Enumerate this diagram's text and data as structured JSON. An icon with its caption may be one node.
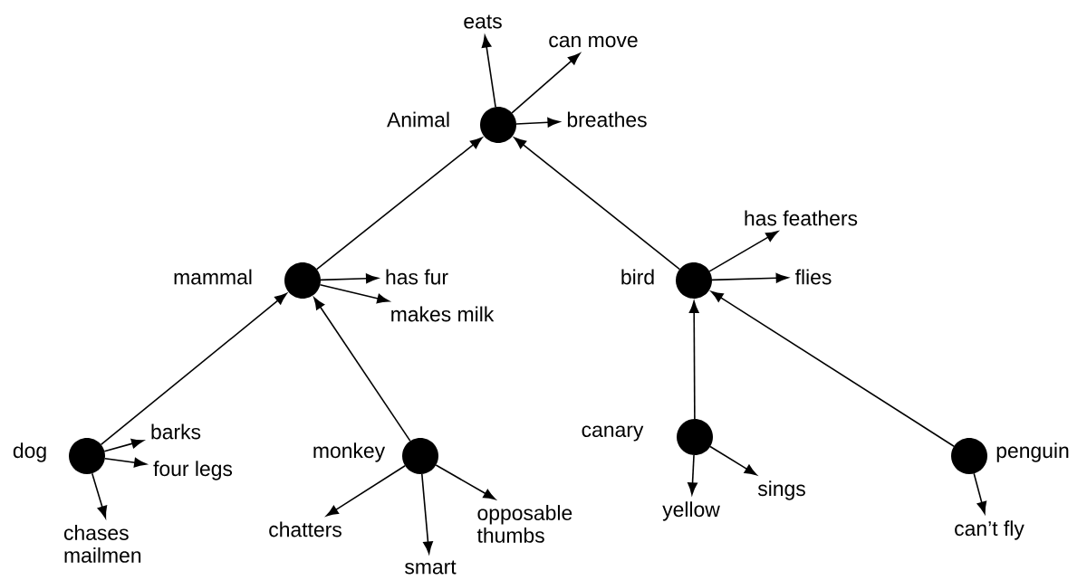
{
  "diagram": {
    "nodes": [
      {
        "text": [],
        "shape": "circle",
        "beside": [
          "Animal"
        ]
      },
      {
        "text": [
          "eats"
        ]
      },
      {
        "text": [
          "can move"
        ]
      },
      {
        "text": [
          "breathes"
        ]
      },
      {
        "text": [],
        "shape": "circle",
        "beside": [
          "mammal"
        ]
      },
      {
        "text": [
          "has fur"
        ]
      },
      {
        "text": [
          "makes milk"
        ]
      },
      {
        "text": [],
        "shape": "circle",
        "beside": [
          "bird"
        ]
      },
      {
        "text": [
          "has feathers"
        ]
      },
      {
        "text": [
          "flies"
        ]
      },
      {
        "text": [],
        "shape": "circle",
        "beside": [
          "dog"
        ]
      },
      {
        "text": [
          "barks"
        ]
      },
      {
        "text": [
          "four legs"
        ]
      },
      {
        "text": [
          "chases mailmen"
        ]
      },
      {
        "text": [],
        "shape": "circle",
        "beside": [
          "monkey"
        ]
      },
      {
        "text": [
          "chatters"
        ]
      },
      {
        "text": [
          "smart"
        ]
      },
      {
        "text": [
          "opposable thumbs"
        ]
      },
      {
        "text": [],
        "shape": "circle",
        "beside": [
          "canary"
        ]
      },
      {
        "text": [
          "yellow"
        ]
      },
      {
        "text": [
          "sings"
        ]
      },
      {
        "text": [],
        "shape": "circle",
        "beside": [
          "penguin"
        ]
      },
      {
        "text": [
          "can’t fly"
        ]
      }
    ],
    "edges": [
      {
        "from": 0,
        "to": 1,
        "arrow": "to"
      },
      {
        "from": 0,
        "to": 2,
        "arrow": "to"
      },
      {
        "from": 0,
        "to": 3,
        "arrow": "to"
      },
      {
        "from": 4,
        "to": 0,
        "arrow": "to"
      },
      {
        "from": 4,
        "to": 5,
        "arrow": "to"
      },
      {
        "from": 4,
        "to": 6,
        "arrow": "to"
      },
      {
        "from": 7,
        "to": 0,
        "arrow": "to"
      },
      {
        "from": 7,
        "to": 8,
        "arrow": "to"
      },
      {
        "from": 7,
        "to": 9,
        "arrow": "to"
      },
      {
        "from": 10,
        "to": 4,
        "arrow": "to"
      },
      {
        "from": 10,
        "to": 11,
        "arrow": "to"
      },
      {
        "from": 10,
        "to": 12,
        "arrow": "to"
      },
      {
        "from": 10,
        "to": 13,
        "arrow": "to"
      },
      {
        "from": 14,
        "to": 4,
        "arrow": "to"
      },
      {
        "from": 14,
        "to": 15,
        "arrow": "to"
      },
      {
        "from": 14,
        "to": 16,
        "arrow": "to"
      },
      {
        "from": 14,
        "to": 17,
        "arrow": "to"
      },
      {
        "from": 18,
        "to": 7,
        "arrow": "to"
      },
      {
        "from": 18,
        "to": 19,
        "arrow": "to"
      },
      {
        "from": 18,
        "to": 20,
        "arrow": "to"
      },
      {
        "from": 21,
        "to": 7,
        "arrow": "to"
      },
      {
        "from": 21,
        "to": 22,
        "arrow": "to"
      }
    ]
  }
}
